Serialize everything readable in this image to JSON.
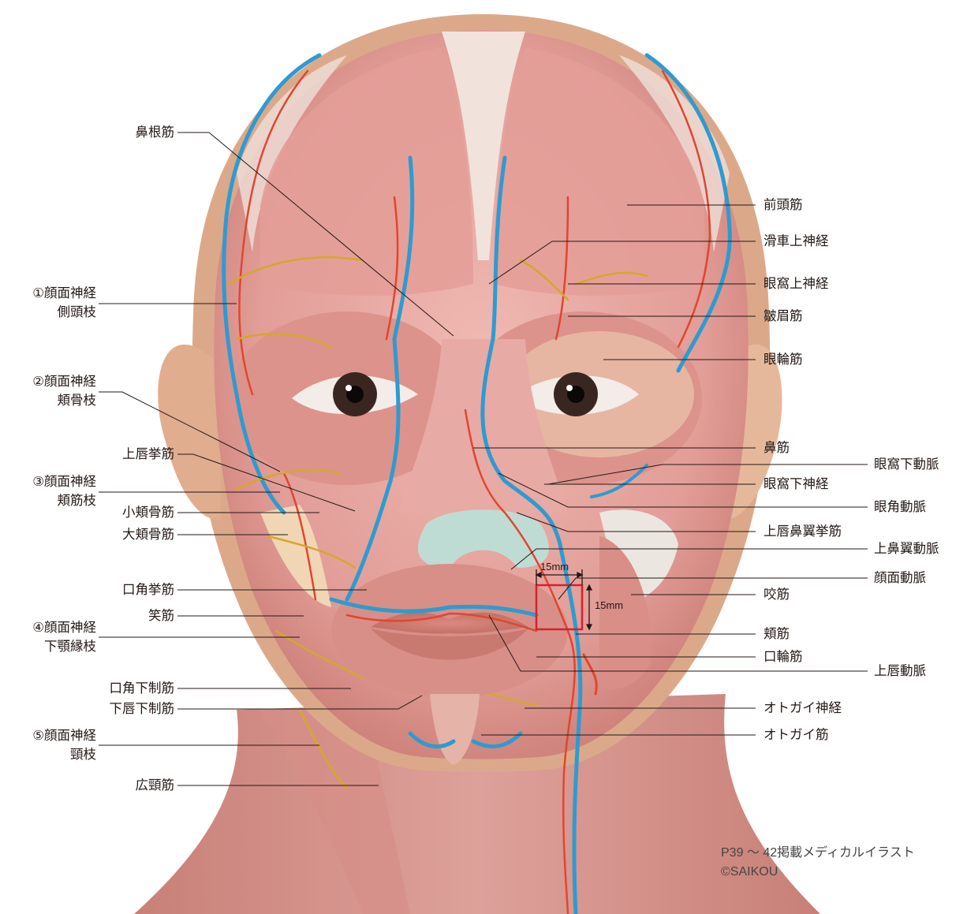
{
  "labels_left": {
    "bikonkin": "鼻根筋",
    "facial_temporal_1": "①顔面神経",
    "facial_temporal_2": "側頭枝",
    "facial_zygomatic_1": "②顔面神経",
    "facial_zygomatic_2": "頬骨枝",
    "joshin_kyokin": "上唇挙筋",
    "facial_buccal_1": "③顔面神経",
    "facial_buccal_2": "頬筋枝",
    "sho_kyokotsu": "小頬骨筋",
    "dai_kyokotsu": "大頬骨筋",
    "kokaku_kyokin": "口角挙筋",
    "shokin": "笑筋",
    "facial_mandibular_1": "④顔面神経",
    "facial_mandibular_2": "下顎縁枝",
    "kokaku_kasei": "口角下制筋",
    "kashin_kasei": "下唇下制筋",
    "facial_cervical_1": "⑤顔面神経",
    "facial_cervical_2": "頸枝",
    "kokeikin": "広頸筋"
  },
  "labels_right": {
    "zentokin": "前頭筋",
    "kassha_jo": "滑車上神経",
    "gankajo": "眼窩上神経",
    "sukibi": "皺眉筋",
    "ganrin": "眼輪筋",
    "bikin": "鼻筋",
    "gankaka_domyaku": "眼窩下動脈",
    "gankaka_shinkei": "眼窩下神経",
    "gankaku_domyaku": "眼角動脈",
    "joshin_biyoku": "上唇鼻翼挙筋",
    "jobiyoku_domyaku": "上鼻翼動脈",
    "ganmen_domyaku": "顔面動脈",
    "kokin": "咬筋",
    "kyokin": "頬筋",
    "korin": "口輪筋",
    "joshin_domyaku": "上唇動脈",
    "otogai_shinkei": "オトガイ神経",
    "otogai_kin": "オトガイ筋"
  },
  "dimensions": {
    "width_label": "15mm",
    "height_label": "15mm"
  },
  "credit": {
    "line1": "P39 ～ 42掲載メディカルイラスト",
    "line2": "©SAIKOU"
  },
  "colors": {
    "skin": "#e8b895",
    "muscle": "#e6a3a3",
    "artery": "#e0462f",
    "vein": "#2e9bd0",
    "nerve": "#d4a82a",
    "box": "#d8202f"
  }
}
